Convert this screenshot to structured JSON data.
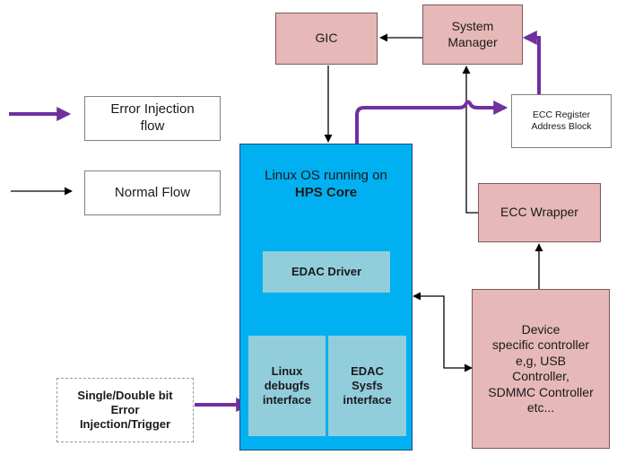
{
  "legend": {
    "error_injection": [
      "Error Injection",
      "flow"
    ],
    "normal_flow": "Normal Flow"
  },
  "nodes": {
    "gic": "GIC",
    "system_manager": [
      "System",
      "Manager"
    ],
    "ecc_register": [
      "ECC Register",
      "Address Block"
    ],
    "ecc_wrapper": "ECC Wrapper",
    "device_controller": [
      "Device",
      "specific controller",
      "e,g, USB",
      "Controller,",
      "SDMMC Controller",
      "etc..."
    ],
    "linux_os": {
      "line1": "Linux OS running on",
      "line2": "HPS Core"
    },
    "edac_driver": "EDAC Driver",
    "linux_debugfs": [
      "Linux",
      "debugfs",
      "interface"
    ],
    "edac_sysfs": [
      "EDAC",
      "Sysfs",
      "interface"
    ],
    "error_trigger": [
      "Single/Double bit",
      "Error",
      "Injection/Trigger"
    ]
  },
  "colors": {
    "pink_fill": "#e6b8b7",
    "blue_fill": "#00b0f0",
    "light_blue_fill": "#92cddc",
    "error_flow": "#7030a0",
    "normal_flow": "#000000"
  }
}
